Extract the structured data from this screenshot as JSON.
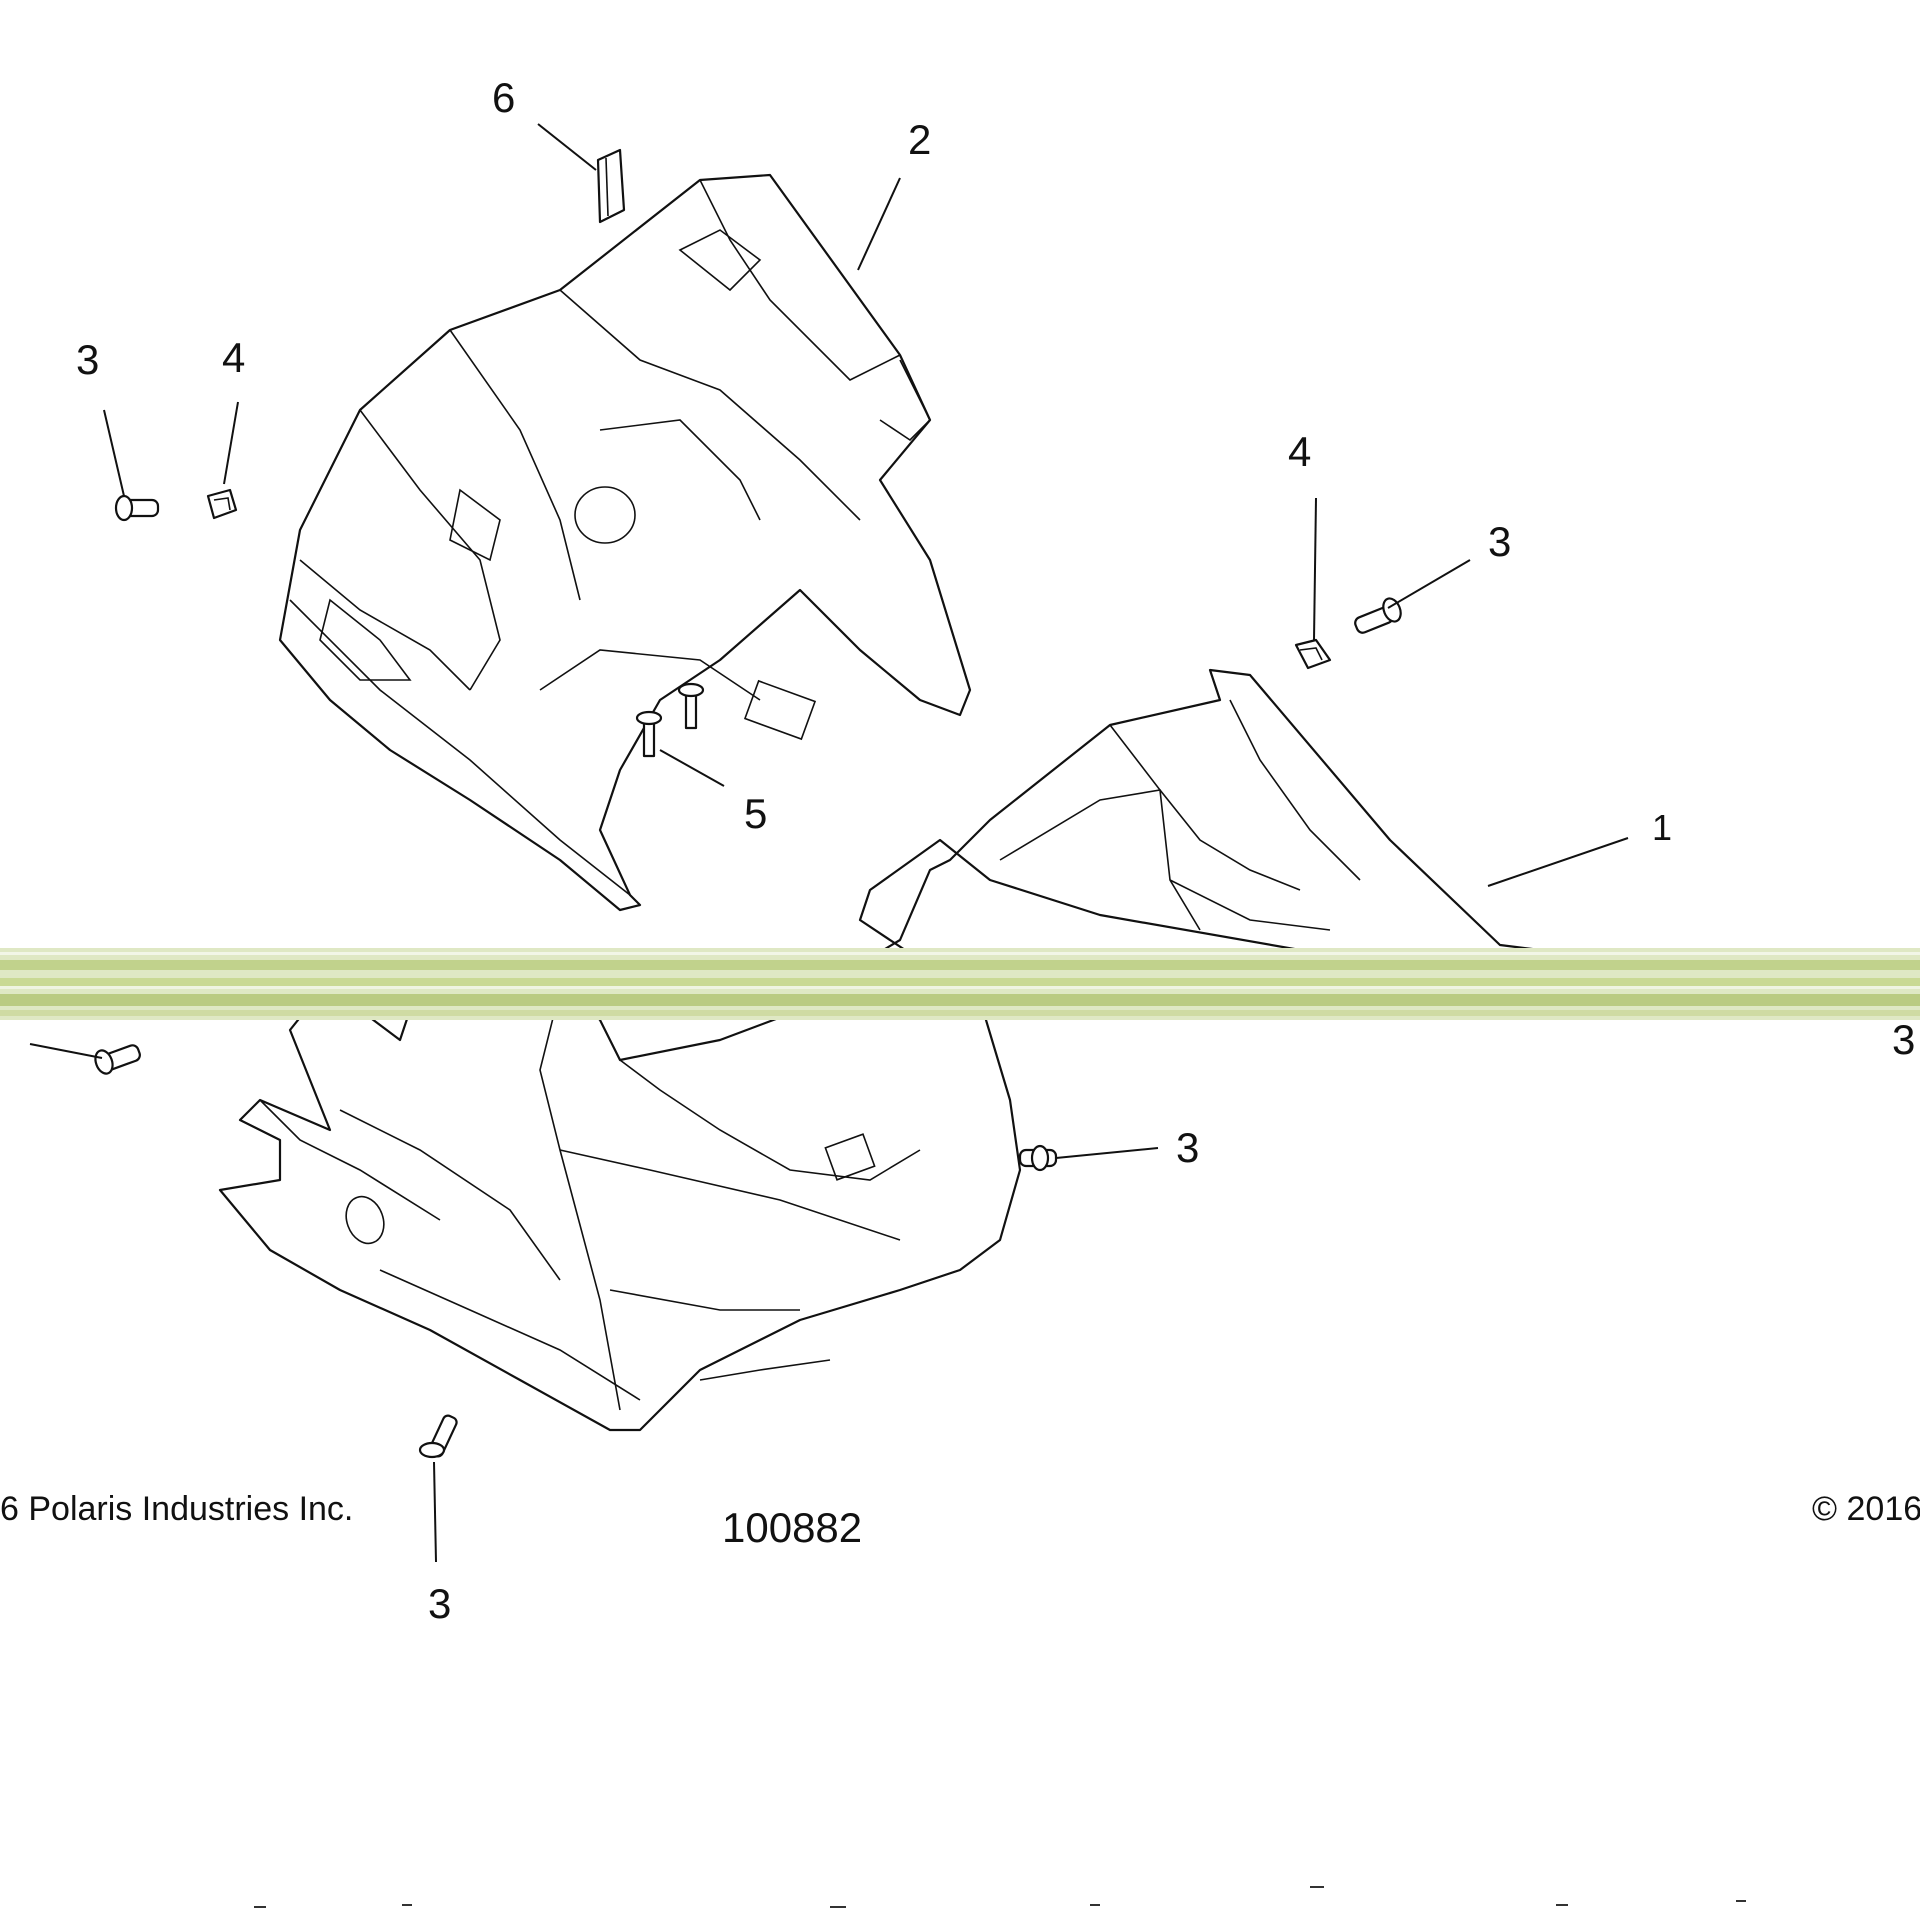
{
  "diagram": {
    "callouts": {
      "c1": "1",
      "c2": "2",
      "c3a": "3",
      "c3b": "3",
      "c3c": "3",
      "c3d": "3",
      "c3e": "3",
      "c4a": "4",
      "c4b": "4",
      "c5": "5",
      "c6": "6"
    },
    "footer": {
      "copyright_left": "6 Polaris Industries Inc.",
      "drawing_number": "100882",
      "copyright_right": "© 2016"
    },
    "colors": {
      "ink": "#111111",
      "background": "#ffffff",
      "scan_band": "#c8d89a"
    }
  }
}
